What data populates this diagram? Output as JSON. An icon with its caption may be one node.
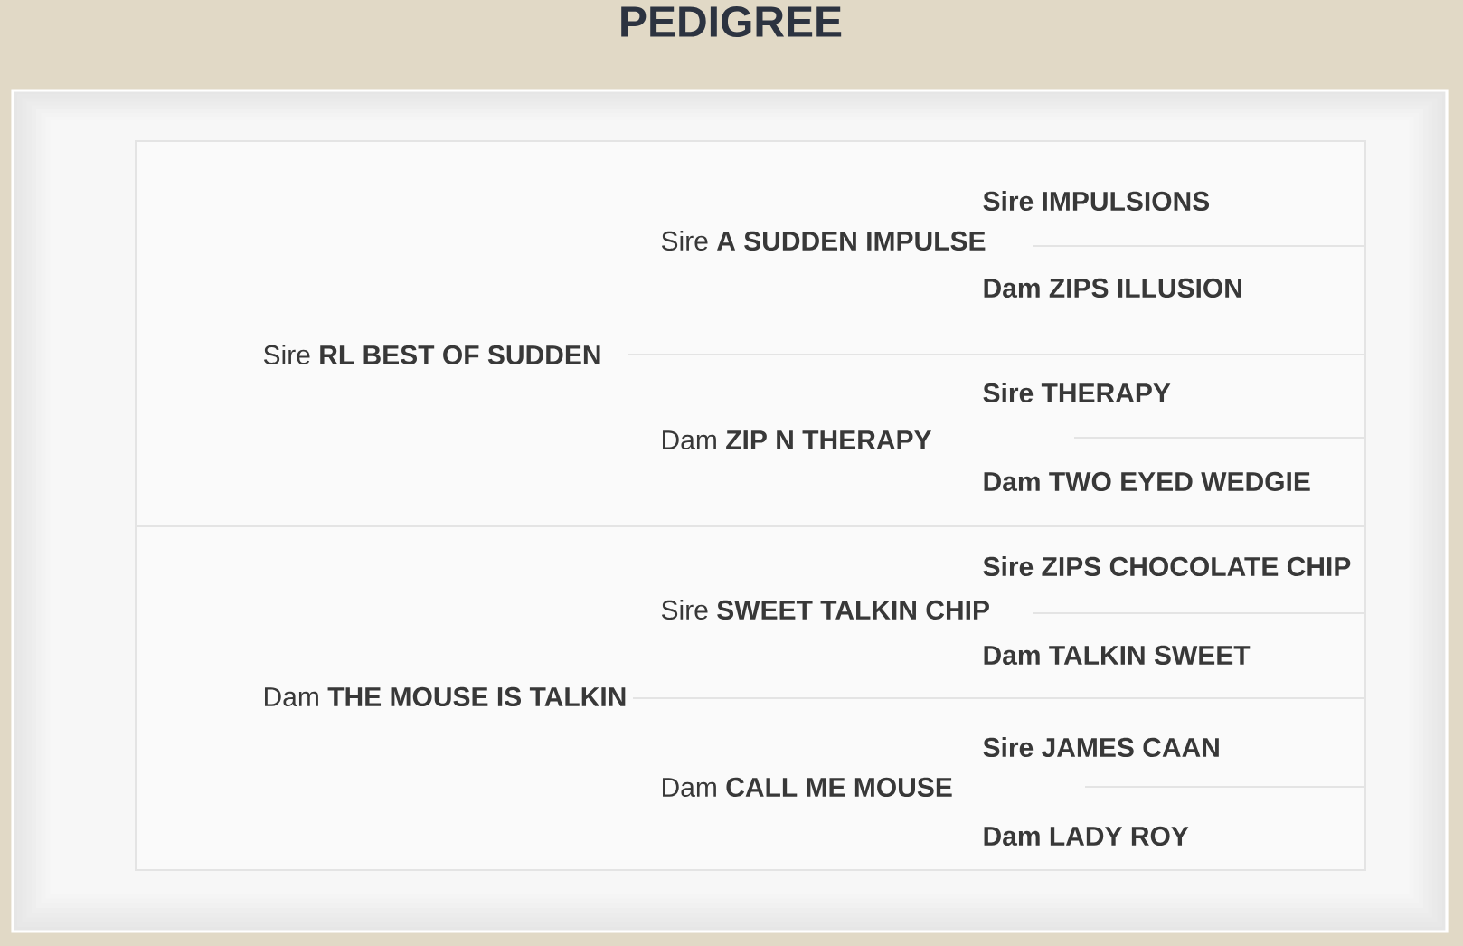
{
  "diagram": {
    "title": "PEDIGREE",
    "labels": [
      "Sire **RL BEST OF SUDDEN**",
      "Sire **A SUDDEN IMPULSE**",
      "Sire IMPULSIONS",
      "Dam ZIPS ILLUSION",
      "Dam **ZIP N THERAPY**",
      "Sire THERAPY",
      "Dam TWO EYED WEDGIE",
      "Dam **THE MOUSE IS TALKIN**",
      "Sire **SWEET TALKIN CHIP**",
      "Sire ZIPS CHOCOLATE CHIP",
      "Dam TALKIN SWEET",
      "Dam **CALL ME MOUSE**",
      "Sire JAMES CAAN",
      "Dam LADY ROY"
    ]
  }
}
